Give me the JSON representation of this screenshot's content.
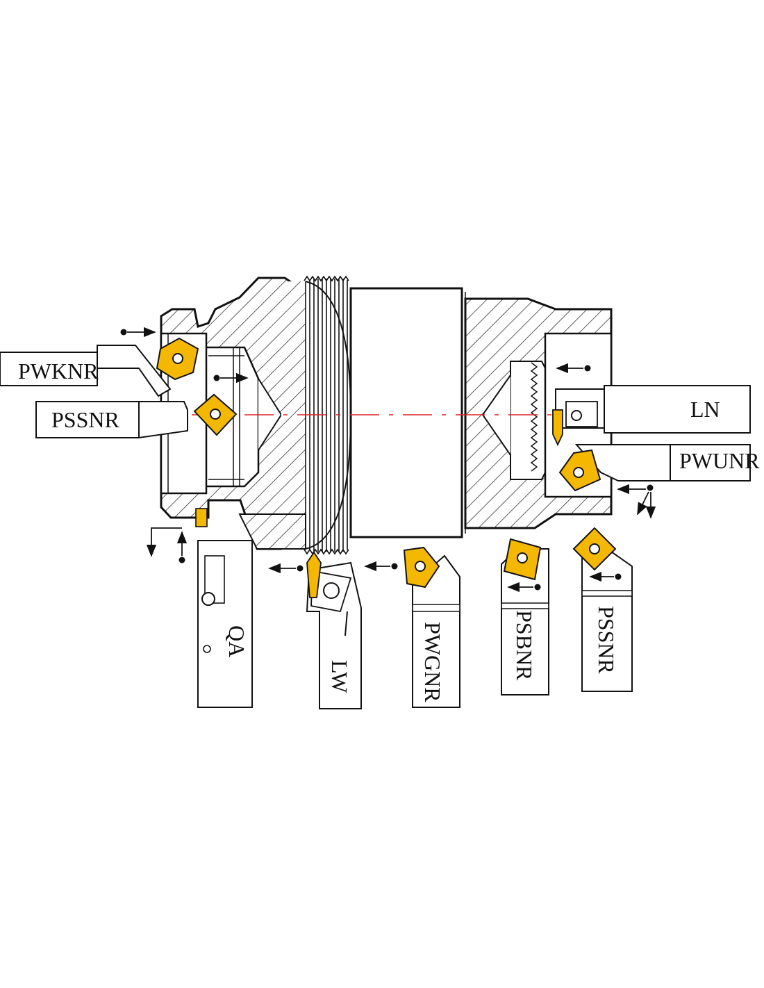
{
  "colors": {
    "insert": "#f5b800",
    "outline": "#111111",
    "hatch": "#333333",
    "centerline": "#e02020",
    "background": "#ffffff"
  },
  "icons": [
    "arrow-dot-icon",
    "insert-icon",
    "screw-icon"
  ],
  "labels": {
    "pwknr": "PWKNR",
    "pssnr_left": "PSSNR",
    "ln": "LN",
    "pwunr": "PWUNR",
    "qa": "QA",
    "lw": "LW",
    "pwgnr": "PWGNR",
    "psbnr": "PSBNR",
    "pssnr_bottom": "PSSNR"
  }
}
